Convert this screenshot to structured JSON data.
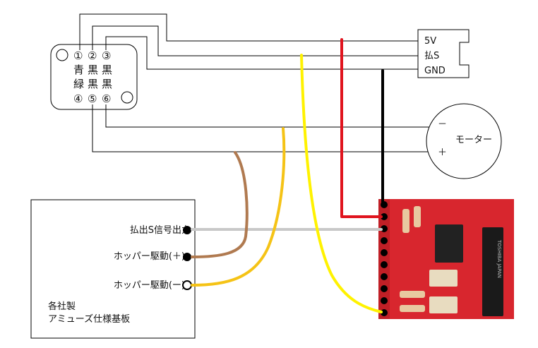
{
  "connector": {
    "pins_top": [
      "①",
      "②",
      "③"
    ],
    "colors_top": [
      "青",
      "黒",
      "黒"
    ],
    "colors_bottom": [
      "緑",
      "黒",
      "黒"
    ],
    "pins_bottom": [
      "④",
      "⑤",
      "⑥"
    ]
  },
  "terminal": {
    "labels": [
      "5V",
      "払S",
      "GND"
    ]
  },
  "motor": {
    "label": "モーター",
    "minus": "－",
    "plus": "＋"
  },
  "board": {
    "signals": [
      "払出S信号出力",
      "ホッパー駆動(＋)",
      "ホッパー駆動(ー)"
    ],
    "title_line1": "各社製",
    "title_line2": "アミューズ仕様基板"
  },
  "pcb": {
    "chip_text": "TOSHIBA JAPAN"
  },
  "wires": {
    "red": "#e0141e",
    "black": "#000000",
    "yellow": "#fff200",
    "orange": "#f5c316",
    "brown": "#b07a50",
    "gray": "#c8c8c8",
    "thin": "#000000"
  }
}
